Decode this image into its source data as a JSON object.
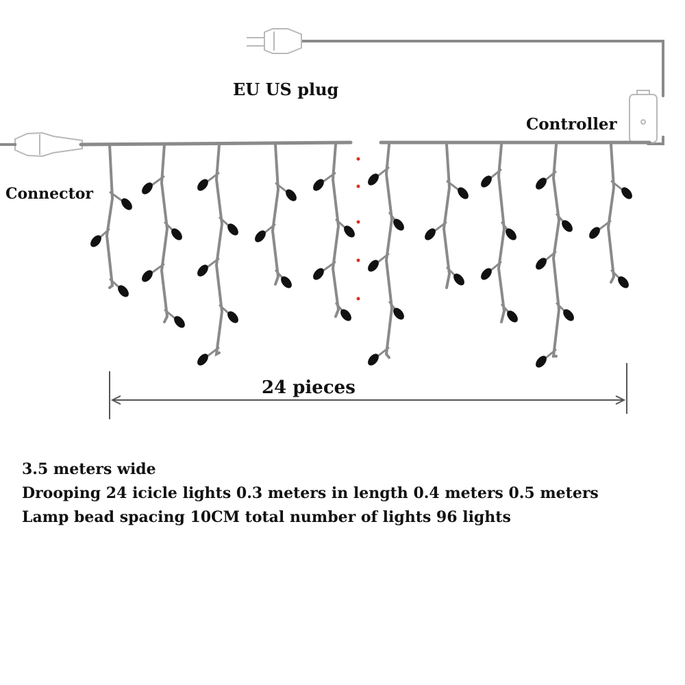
{
  "labels": {
    "plug": "EU US plug",
    "controller": "Controller",
    "connector": "Connector",
    "pieces": "24 pieces"
  },
  "specs": [
    "3.5 meters wide",
    "Drooping 24 icicle lights 0.3 meters in length 0.4 meters 0.5 meters",
    "Lamp bead spacing 10CM total number of lights 96 lights"
  ],
  "colors": {
    "wire": "#8a8a8a",
    "bulb": "#111111",
    "dots": "#e0301e",
    "text": "#111111",
    "outline": "#bbbbbb"
  },
  "icons": [
    "plug-icon",
    "connector-icon",
    "controller-icon"
  ]
}
